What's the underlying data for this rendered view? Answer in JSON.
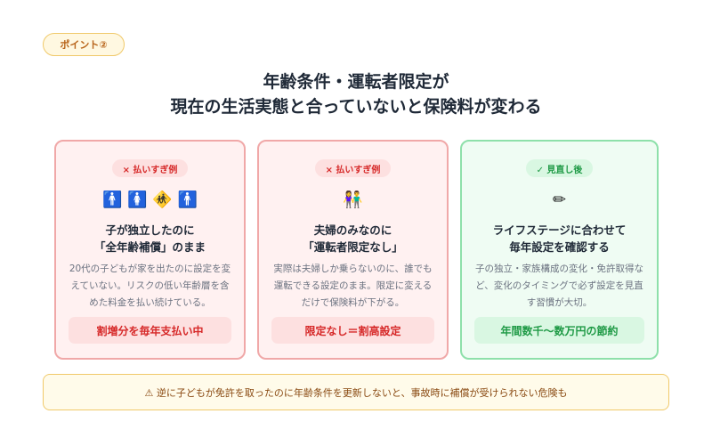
{
  "point_label": "ポイント②",
  "title": {
    "line1": "年齢条件・運転者限定が",
    "line2": "現在の生活実態と合っていないと保険料が変わる"
  },
  "cards": [
    {
      "badge": "× 払いすぎ例",
      "icon": "🚹 🚺 🚸 🚹",
      "title1": "子が独立したのに",
      "title2": "「全年齢補償」のまま",
      "desc": "20代の子どもが家を出たのに設定を変えていない。リスクの低い年齢層を含めた料金を払い続けている。",
      "footer": "割増分を毎年支払い中"
    },
    {
      "badge": "× 払いすぎ例",
      "icon": "👫",
      "title1": "夫婦のみなのに",
      "title2": "「運転者限定なし」",
      "desc": "実際は夫婦しか乗らないのに、誰でも運転できる設定のまま。限定に変えるだけで保険料が下がる。",
      "footer": "限定なし＝割高設定"
    },
    {
      "badge": "✓ 見直し後",
      "icon": "✏",
      "title1": "ライフステージに合わせて",
      "title2": "毎年設定を確認する",
      "desc": "子の独立・家族構成の変化・免許取得など、変化のタイミングで必ず設定を見直す習慣が大切。",
      "footer": "年間数千〜数万円の節約"
    }
  ],
  "warning": "⚠ 逆に子どもが免許を取ったのに年齢条件を更新しないと、事故時に補償が受けられない危険も"
}
